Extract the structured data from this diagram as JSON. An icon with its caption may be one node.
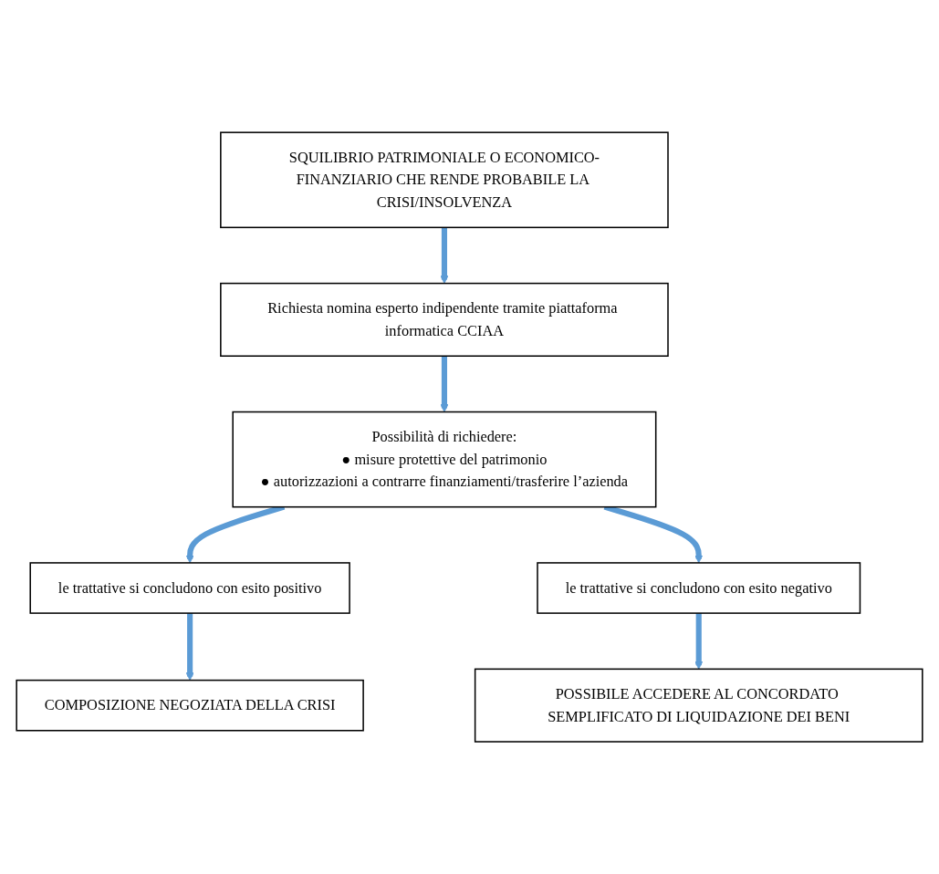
{
  "diagram": {
    "nodes": [
      {
        "text": [
          "SQUILIBRIO PATRIMONIALE O ECONOMICO-FINANZIARIO CHE RENDE PROBABILE LA CRISI/INSOLVENZA"
        ]
      },
      {
        "text": [
          "Richiesta nomina esperto indipendente tramite piattaforma informatica CCIAA"
        ]
      },
      {
        "text": [
          "Possibilità di richiedere:",
          "● misure protettive del patrimonio",
          "● autorizzazioni a contrarre finanziamenti/trasferire l’azienda"
        ]
      },
      {
        "text": [
          "le trattative si concludono con esito positivo"
        ]
      },
      {
        "text": [
          "le trattative si concludono con esito negativo"
        ]
      },
      {
        "text": [
          "COMPOSIZIONE NEGOZIATA DELLA CRISI"
        ]
      },
      {
        "text": [
          "POSSIBILE ACCEDERE AL CONCORDATO SEMPLIFICATO DI LIQUIDAZIONE DEI BENI"
        ]
      }
    ],
    "edges": [
      {
        "from": 0,
        "to": 1,
        "arrow": "to"
      },
      {
        "from": 1,
        "to": 2,
        "arrow": "to"
      },
      {
        "from": 2,
        "to": 3,
        "arrow": "to"
      },
      {
        "from": 2,
        "to": 4,
        "arrow": "to"
      },
      {
        "from": 3,
        "to": 5,
        "arrow": "to"
      },
      {
        "from": 4,
        "to": 6,
        "arrow": "to"
      }
    ]
  }
}
